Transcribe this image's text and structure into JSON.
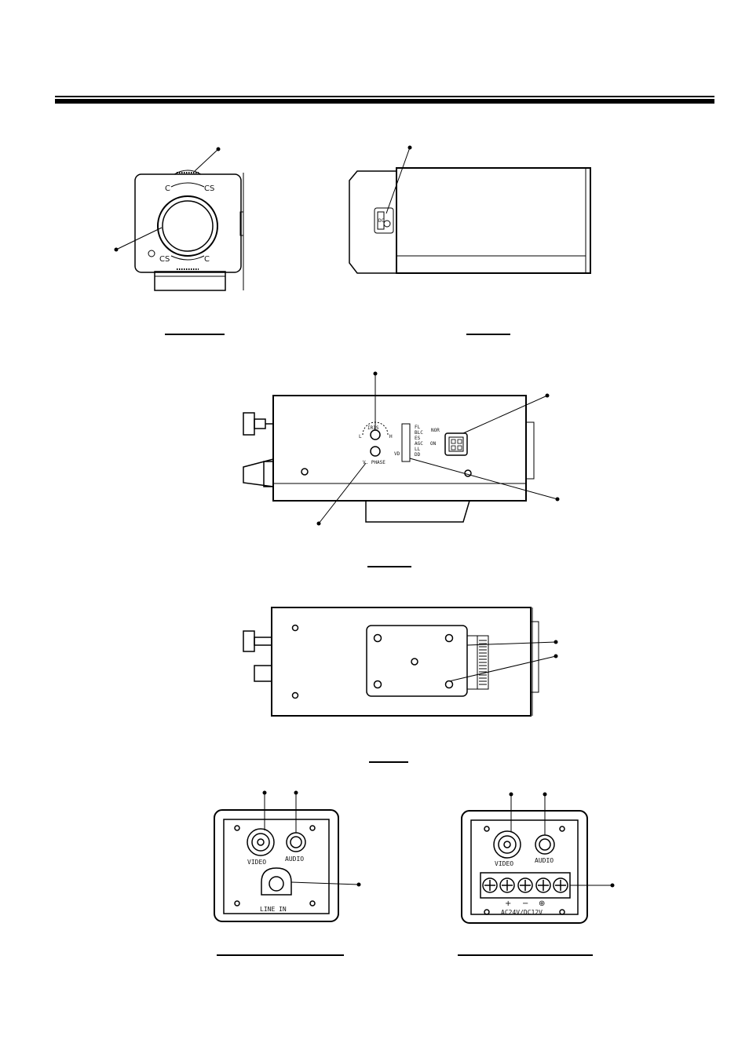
{
  "front_view": {
    "mount_labels_top": [
      "C",
      "CS"
    ],
    "mount_labels_bottom": [
      "CS",
      "C"
    ]
  },
  "top_view": {
    "switch_label": "DC"
  },
  "side_view": {
    "iris_label": "IRIS",
    "iris_low": "L",
    "iris_high": "H",
    "vphase_label": "V. PHASE",
    "switch_left_label": "VD",
    "switch_rows": [
      "FL",
      "BLC",
      "ES",
      "AGC",
      "LL",
      "DD"
    ],
    "switch_right_top": "NOR",
    "switch_right_mid": "ON"
  },
  "rear_view_line": {
    "video_label": "VIDEO",
    "audio_label": "AUDIO",
    "power_label": "LINE IN"
  },
  "rear_view_dc": {
    "video_label": "VIDEO",
    "audio_label": "AUDIO",
    "plus_label": "+",
    "minus_label": "−",
    "ground_label": "⊕",
    "power_label": "AC24V/DC12V"
  },
  "colors": {
    "line": "#000000",
    "background": "#ffffff"
  }
}
